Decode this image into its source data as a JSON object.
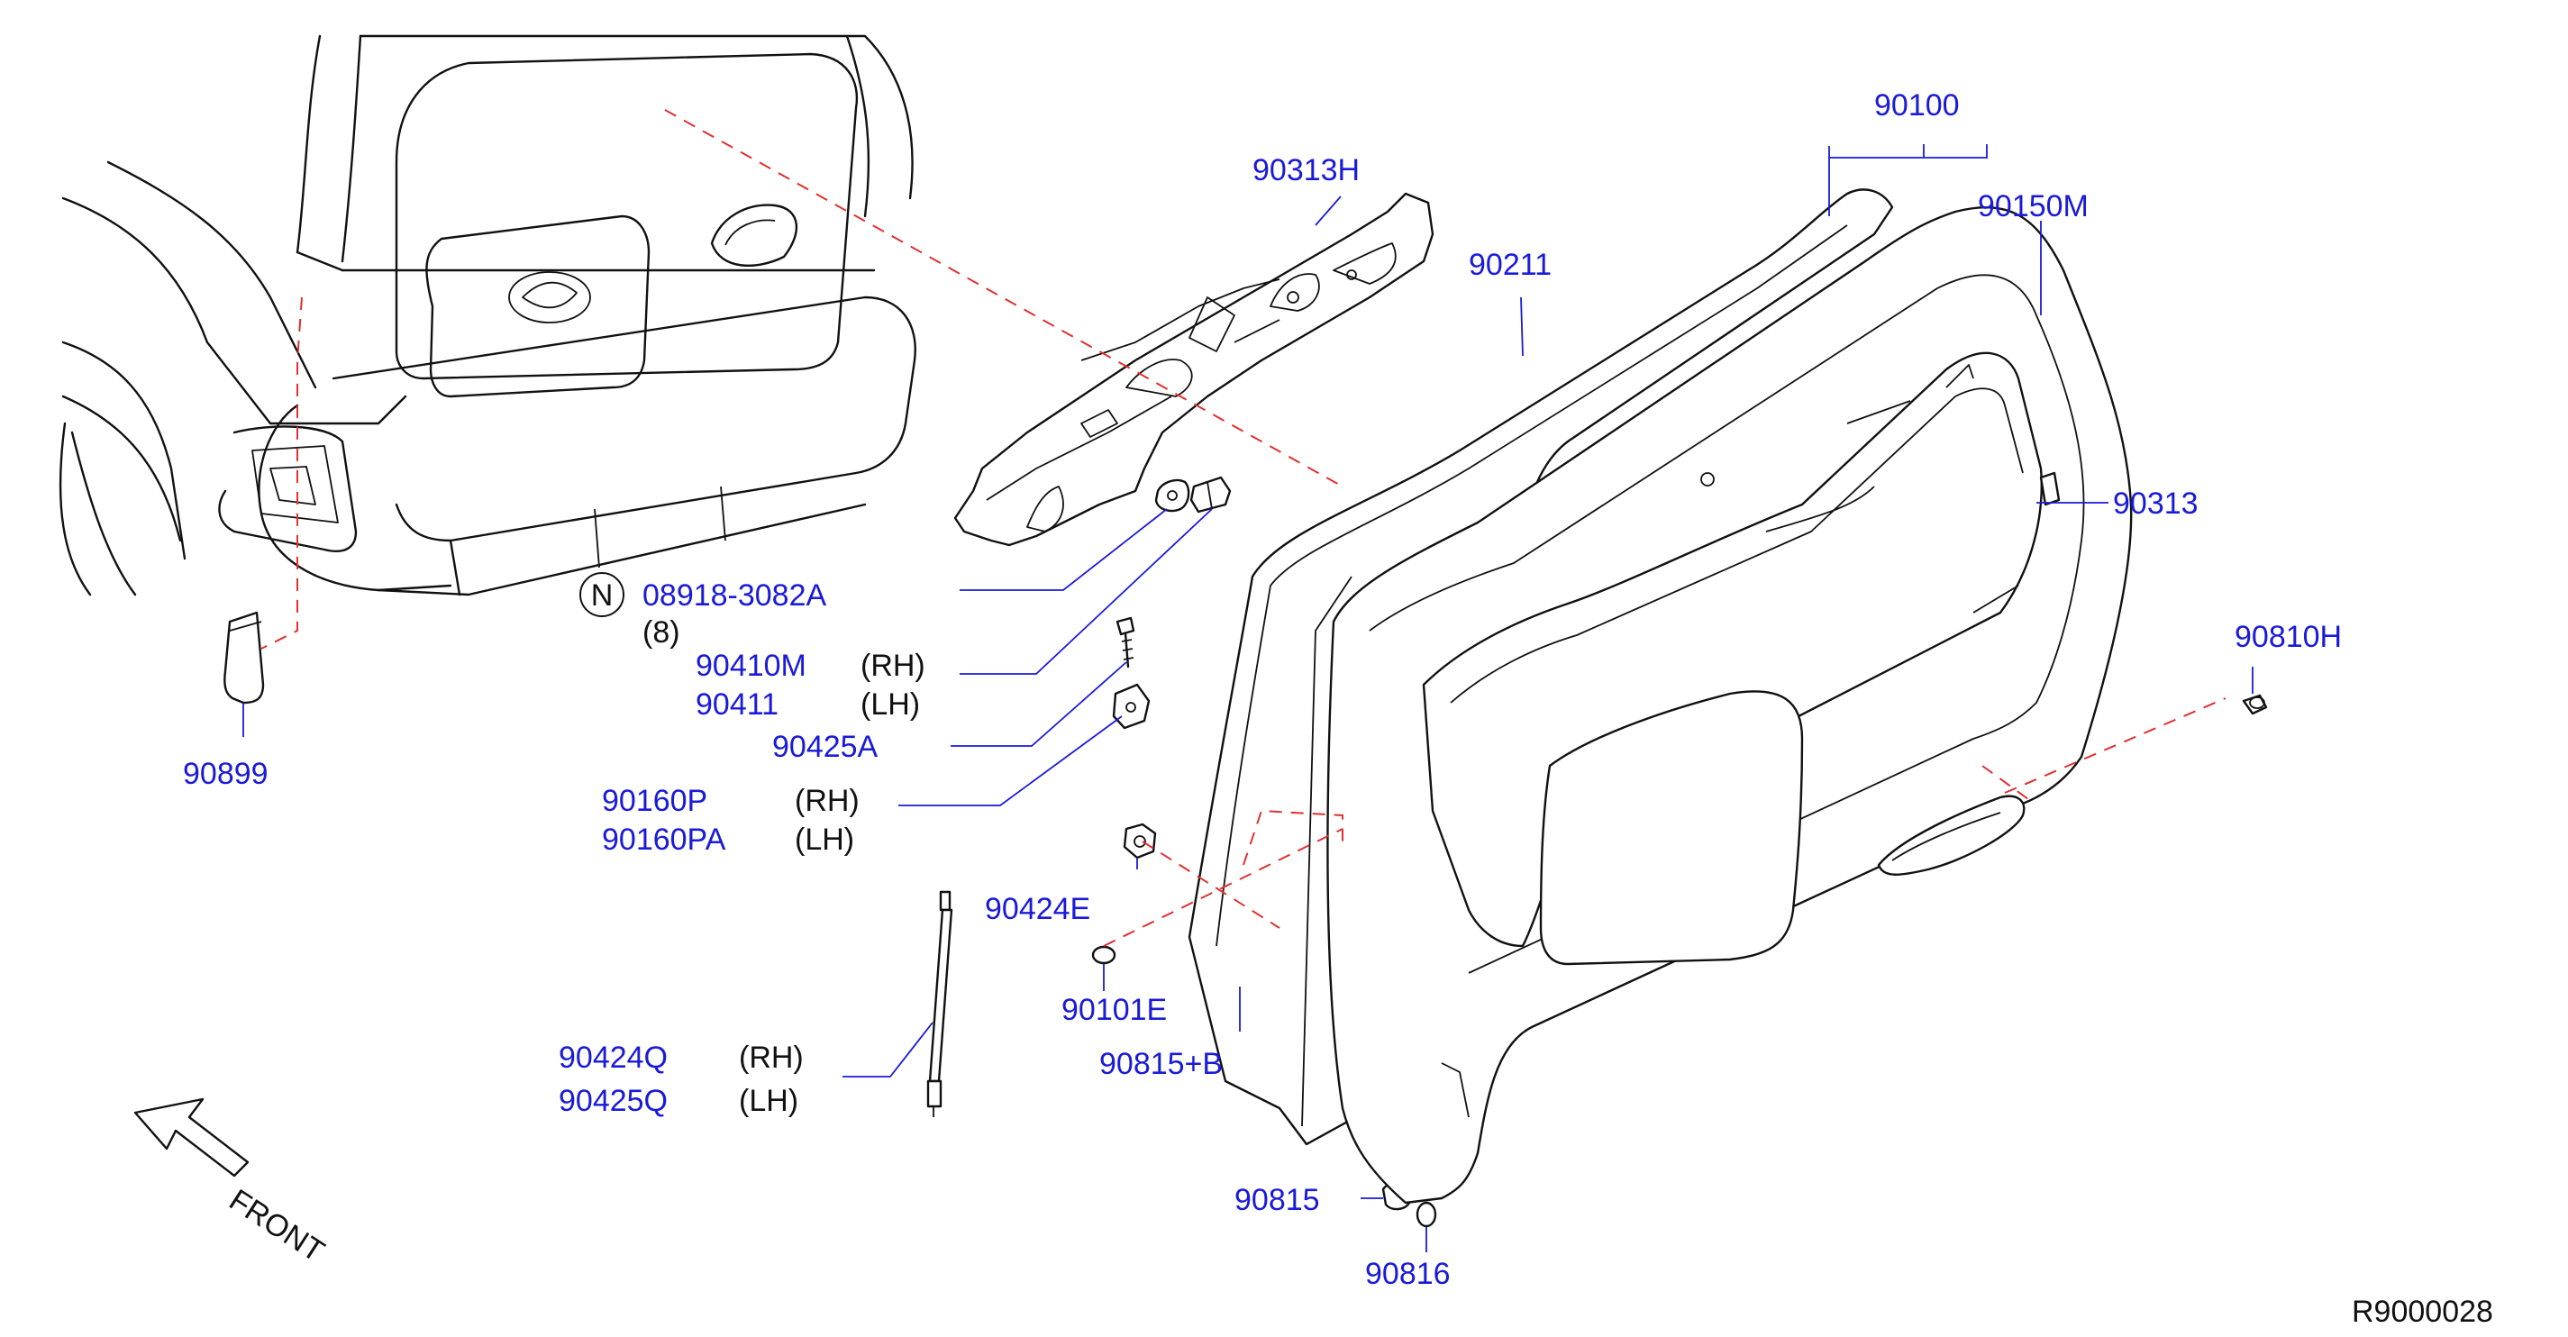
{
  "diagram_id": "R9000028",
  "front_label": "FRONT",
  "note_symbol": "N",
  "parts": {
    "p90100": "90100",
    "p90313H": "90313H",
    "p90211": "90211",
    "p90150M": "90150M",
    "p90313": "90313",
    "p90810H": "90810H",
    "p08918": "08918-3082A",
    "p08918_qty": "(8)",
    "p90410M": "90410M",
    "p90411": "90411",
    "p90425A": "90425A",
    "p90160P": "90160P",
    "p90160PA": "90160PA",
    "p90424E": "90424E",
    "p90101E": "90101E",
    "p90815B": "90815+B",
    "p90424Q": "90424Q",
    "p90425Q": "90425Q",
    "p90815": "90815",
    "p90816": "90816",
    "p90899": "90899"
  },
  "sides": {
    "rh": "(RH)",
    "lh": "(LH)"
  },
  "colors": {
    "part_number": "#1a1ad9",
    "leader_line": "#1a1ad9",
    "reference_line": "#e03030",
    "drawing": "#111111"
  }
}
